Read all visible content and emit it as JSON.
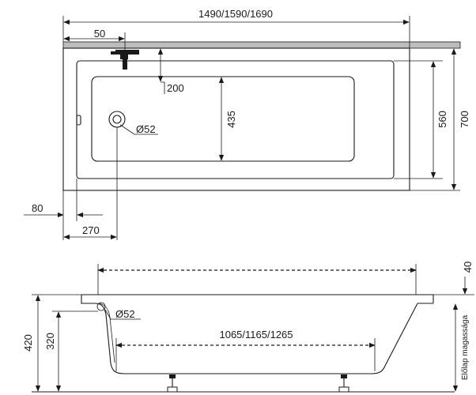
{
  "top_view": {
    "total_length": "1490/1590/1690",
    "tap_offset": "50",
    "tap_depth": "200",
    "inner_width": "435",
    "outer_width": "560",
    "total_width": "700",
    "drain_diameter": "Ø52",
    "wall_offset": "80",
    "drain_offset": "270"
  },
  "side_view": {
    "rim_height": "40",
    "drain_diameter": "Ø52",
    "inner_bottom_length": "1065/1165/1265",
    "total_height": "420",
    "drain_height": "320",
    "front_panel_height": "Előlap magassága"
  }
}
